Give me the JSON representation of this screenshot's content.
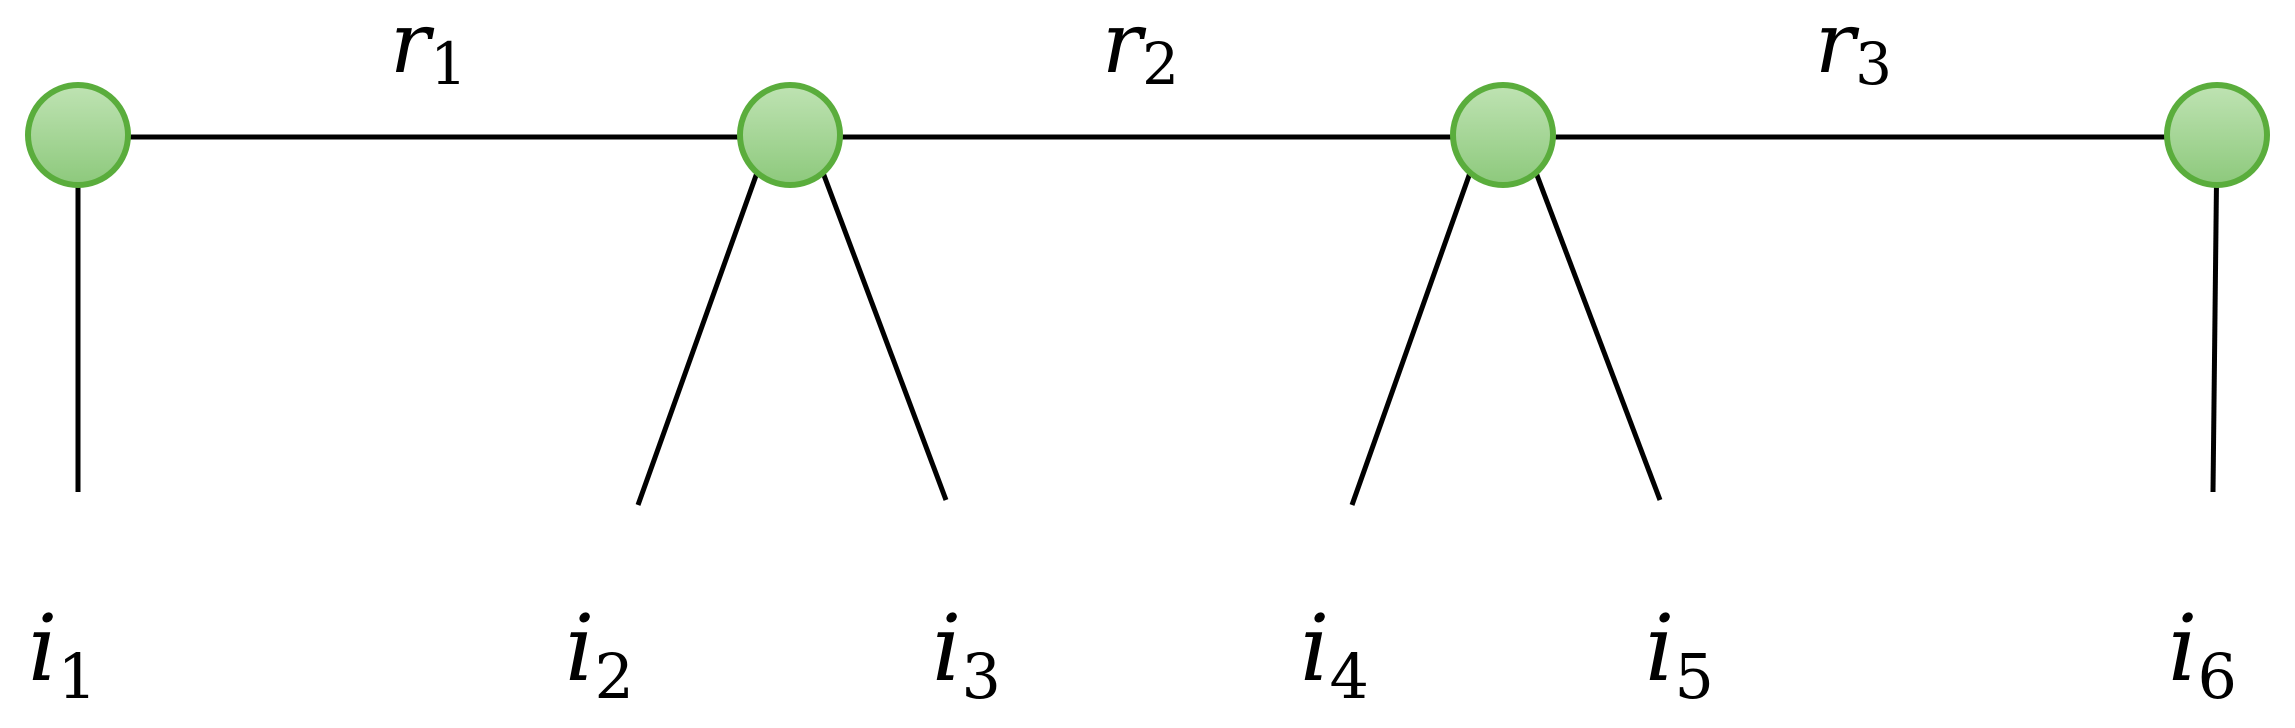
{
  "node_colors": {
    "fill_top": "#bfe3b3",
    "fill_bottom": "#8dc97c",
    "stroke": "#5aad3c"
  },
  "edge_color": "#000000",
  "bond_labels": [
    {
      "letter": "r",
      "sub": "1"
    },
    {
      "letter": "r",
      "sub": "2"
    },
    {
      "letter": "r",
      "sub": "3"
    }
  ],
  "index_labels": [
    {
      "letter": "i",
      "sub": "1"
    },
    {
      "letter": "i",
      "sub": "2"
    },
    {
      "letter": "i",
      "sub": "3"
    },
    {
      "letter": "i",
      "sub": "4"
    },
    {
      "letter": "i",
      "sub": "5"
    },
    {
      "letter": "i",
      "sub": "6"
    }
  ]
}
